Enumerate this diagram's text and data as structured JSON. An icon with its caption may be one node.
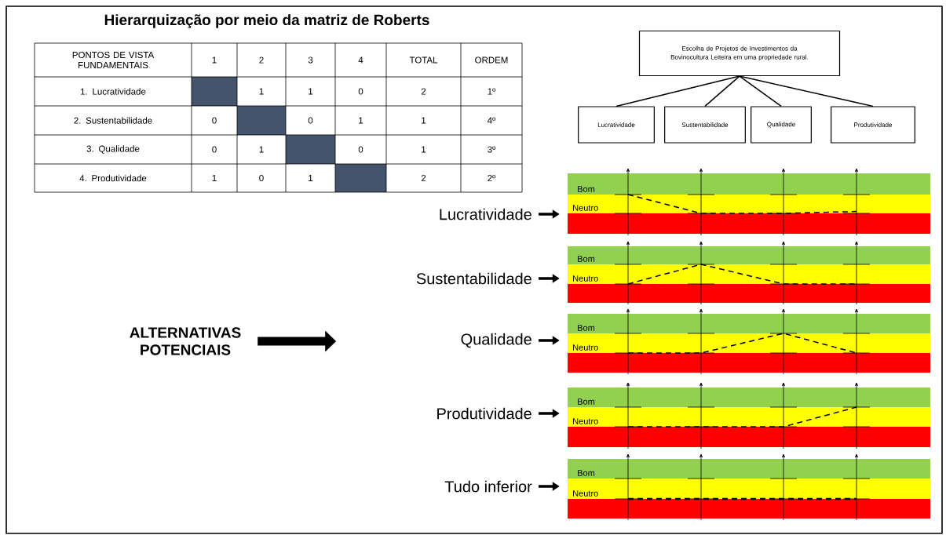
{
  "diagram": {
    "title": "Hierarquização por meio da matriz de Roberts",
    "nodes": [
      {
        "text": [
          "Escolha de Projetos de Investimentos da Bovinocultura Leiteira em uma propriedade rural."
        ]
      },
      {
        "text": [
          "Lucratividade"
        ]
      },
      {
        "text": [
          "Sustentabilidade"
        ]
      },
      {
        "text": [
          "Qualidade"
        ]
      },
      {
        "text": [
          "Produtividade"
        ]
      },
      {
        "text": [
          "ALTERNATIVAS POTENCIAIS"
        ]
      },
      {
        "text": [
          "Lucratividade"
        ]
      },
      {
        "text": [
          "Sustentabilidade"
        ]
      },
      {
        "text": [
          "Qualidade"
        ]
      },
      {
        "text": [
          "Produtividade"
        ]
      },
      {
        "text": [
          "Tudo inferior"
        ]
      },
      {
        "text": [
          "Bom",
          "Neutro"
        ]
      },
      {
        "text": [
          "Bom",
          "Neutro"
        ]
      },
      {
        "text": [
          "Bom",
          "Neutro"
        ]
      },
      {
        "text": [
          "Bom",
          "Neutro"
        ]
      },
      {
        "text": [
          "Bom",
          "Neutro"
        ]
      }
    ],
    "edges": [
      {
        "from": 0,
        "to": 1,
        "arrow": "none"
      },
      {
        "from": 0,
        "to": 2,
        "arrow": "none"
      },
      {
        "from": 0,
        "to": 3,
        "arrow": "none"
      },
      {
        "from": 0,
        "to": 4,
        "arrow": "none"
      },
      {
        "from": 5,
        "to": null,
        "arrow": "to",
        "style": "thick"
      },
      {
        "from": 6,
        "to": 11,
        "arrow": "to"
      },
      {
        "from": 7,
        "to": 12,
        "arrow": "to"
      },
      {
        "from": 8,
        "to": 13,
        "arrow": "to"
      },
      {
        "from": 9,
        "to": 14,
        "arrow": "to"
      },
      {
        "from": 10,
        "to": 15,
        "arrow": "to"
      }
    ],
    "labels": [
      "PONTOS DE VISTA FUNDAMENTAIS",
      "1",
      "2",
      "3",
      "4",
      "TOTAL",
      "ORDEM",
      "1. Lucratividade",
      "1",
      "1",
      "0",
      "2",
      "1º",
      "2. Sustentabilidade",
      "0",
      "0",
      "1",
      "1",
      "4º",
      "3. Qualidade",
      "0",
      "1",
      "0",
      "1",
      "3º",
      "4. Produtividade",
      "1",
      "0",
      "1",
      "2",
      "2º"
    ]
  }
}
